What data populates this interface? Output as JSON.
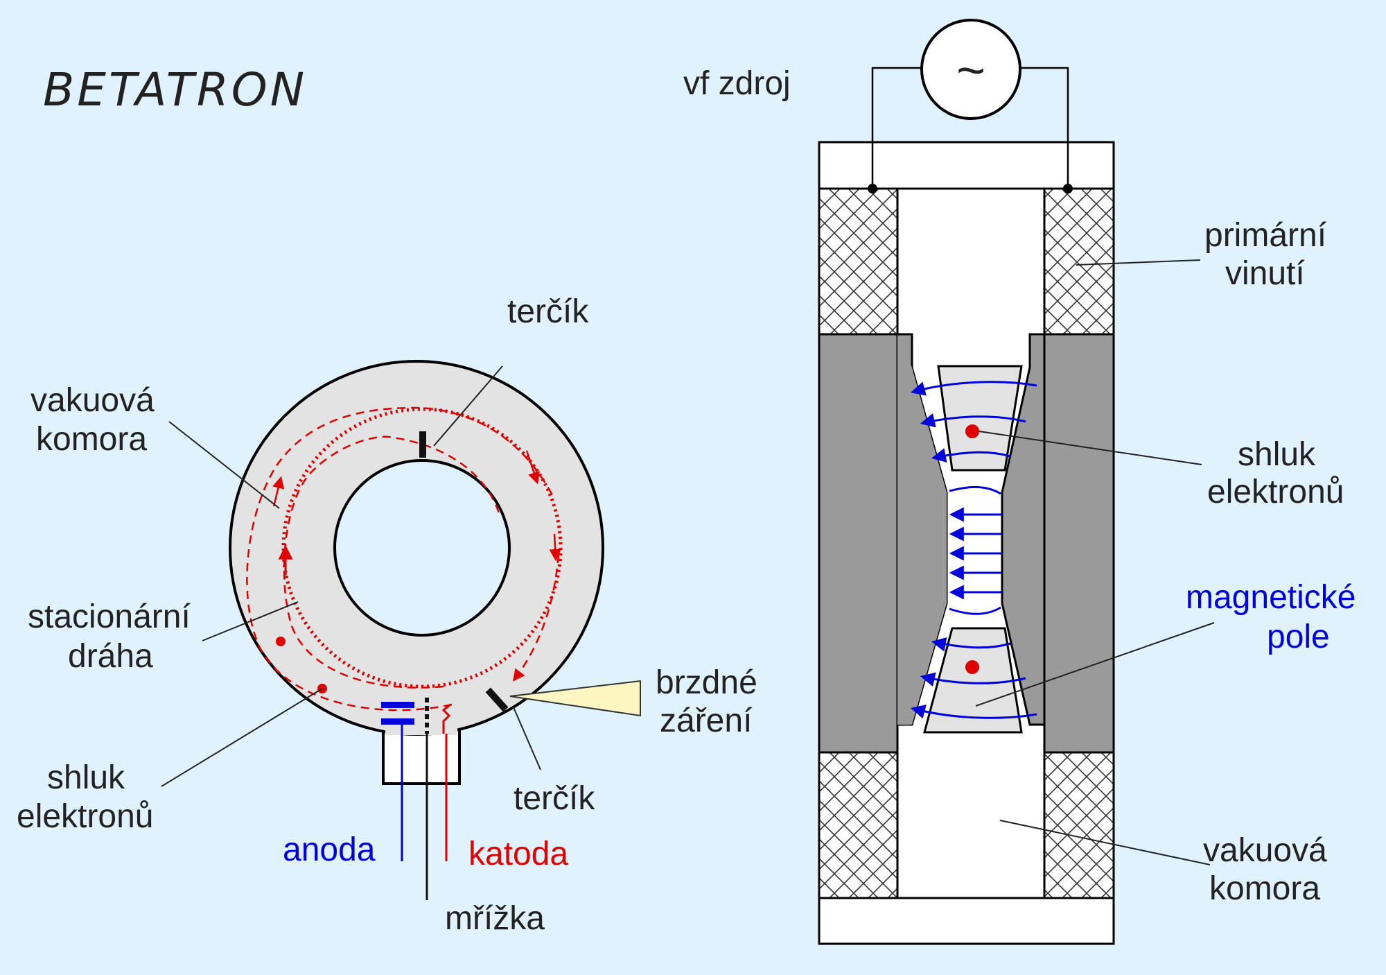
{
  "title": "BETATRON",
  "left": {
    "labels": {
      "target_top": "terčík",
      "vacuum_chamber_1": "vakuová",
      "vacuum_chamber_2": "komora",
      "stationary_path_1": "stacionární",
      "stationary_path_2": "dráha",
      "electron_bunch_1": "shluk",
      "electron_bunch_2": "elektronů",
      "anode": "anoda",
      "cathode": "katoda",
      "grid": "mřížka",
      "target_bottom": "terčík",
      "bremsstrahlung_1": "brzdné",
      "bremsstrahlung_2": "záření"
    }
  },
  "right": {
    "labels": {
      "rf_source": "vf zdroj",
      "ac_symbol": "~",
      "primary_winding_1": "primární",
      "primary_winding_2": "vinutí",
      "electron_bunch_1": "shluk",
      "electron_bunch_2": "elektronů",
      "magnetic_field_1": "magnetické",
      "magnetic_field_2": "pole",
      "vacuum_chamber_1": "vakuová",
      "vacuum_chamber_2": "komora"
    }
  },
  "colors": {
    "background": "#e0f2fd",
    "anode": "#0000dd",
    "cathode": "#e00000",
    "electron_path": "#e00000",
    "magnetic_field": "#0000dd",
    "iron_core": "#9a9a9a",
    "chamber_grey": "#e3e3e3",
    "radiation_beam": "#fdf6c3"
  }
}
